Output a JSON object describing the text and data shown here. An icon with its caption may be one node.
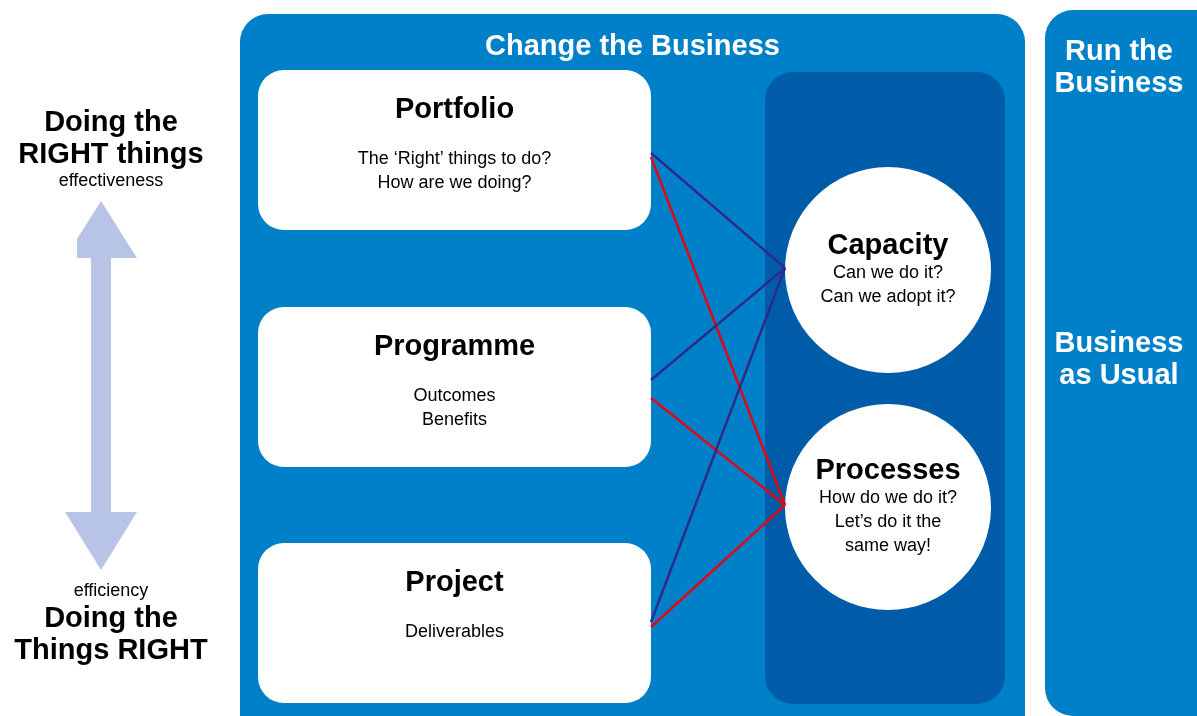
{
  "diagram": {
    "nodes": [
      {
        "text": [
          "Doing the RIGHT things",
          "effectiveness"
        ]
      },
      {
        "text": [
          "efficiency",
          "Doing the Things RIGHT"
        ]
      },
      {
        "text": [
          "Change the Business"
        ]
      },
      {
        "text": [
          "Portfolio",
          "The ‘Right’ things to do? How are we doing?"
        ],
        "in": 2
      },
      {
        "text": [
          "Programme",
          "Outcomes Benefits"
        ],
        "in": 2
      },
      {
        "text": [
          "Project",
          "Deliverables"
        ],
        "in": 2
      },
      {
        "text": [],
        "shape": "box",
        "in": 2
      },
      {
        "text": [
          "Capacity",
          "Can we do it? Can we adopt it?"
        ],
        "in": 6
      },
      {
        "text": [
          "Processes",
          "How do we do it? Let’s do it the same way!"
        ],
        "in": 6
      },
      {
        "text": [
          "Run the Business",
          "Business as Usual"
        ]
      }
    ],
    "edges": [
      {
        "from": 0,
        "to": 1,
        "arrow": "both",
        "style": "thick",
        "color": "#b8c4e6"
      },
      {
        "from": 3,
        "to": 7,
        "arrow": "none"
      },
      {
        "from": 3,
        "to": 8,
        "arrow": "none",
        "color": "#e30613"
      },
      {
        "from": 4,
        "to": 7,
        "arrow": "none"
      },
      {
        "from": 4,
        "to": 8,
        "arrow": "none",
        "color": "#e30613"
      },
      {
        "from": 5,
        "to": 7,
        "arrow": "none"
      },
      {
        "from": 5,
        "to": 8,
        "arrow": "none",
        "color": "#e30613"
      }
    ]
  }
}
